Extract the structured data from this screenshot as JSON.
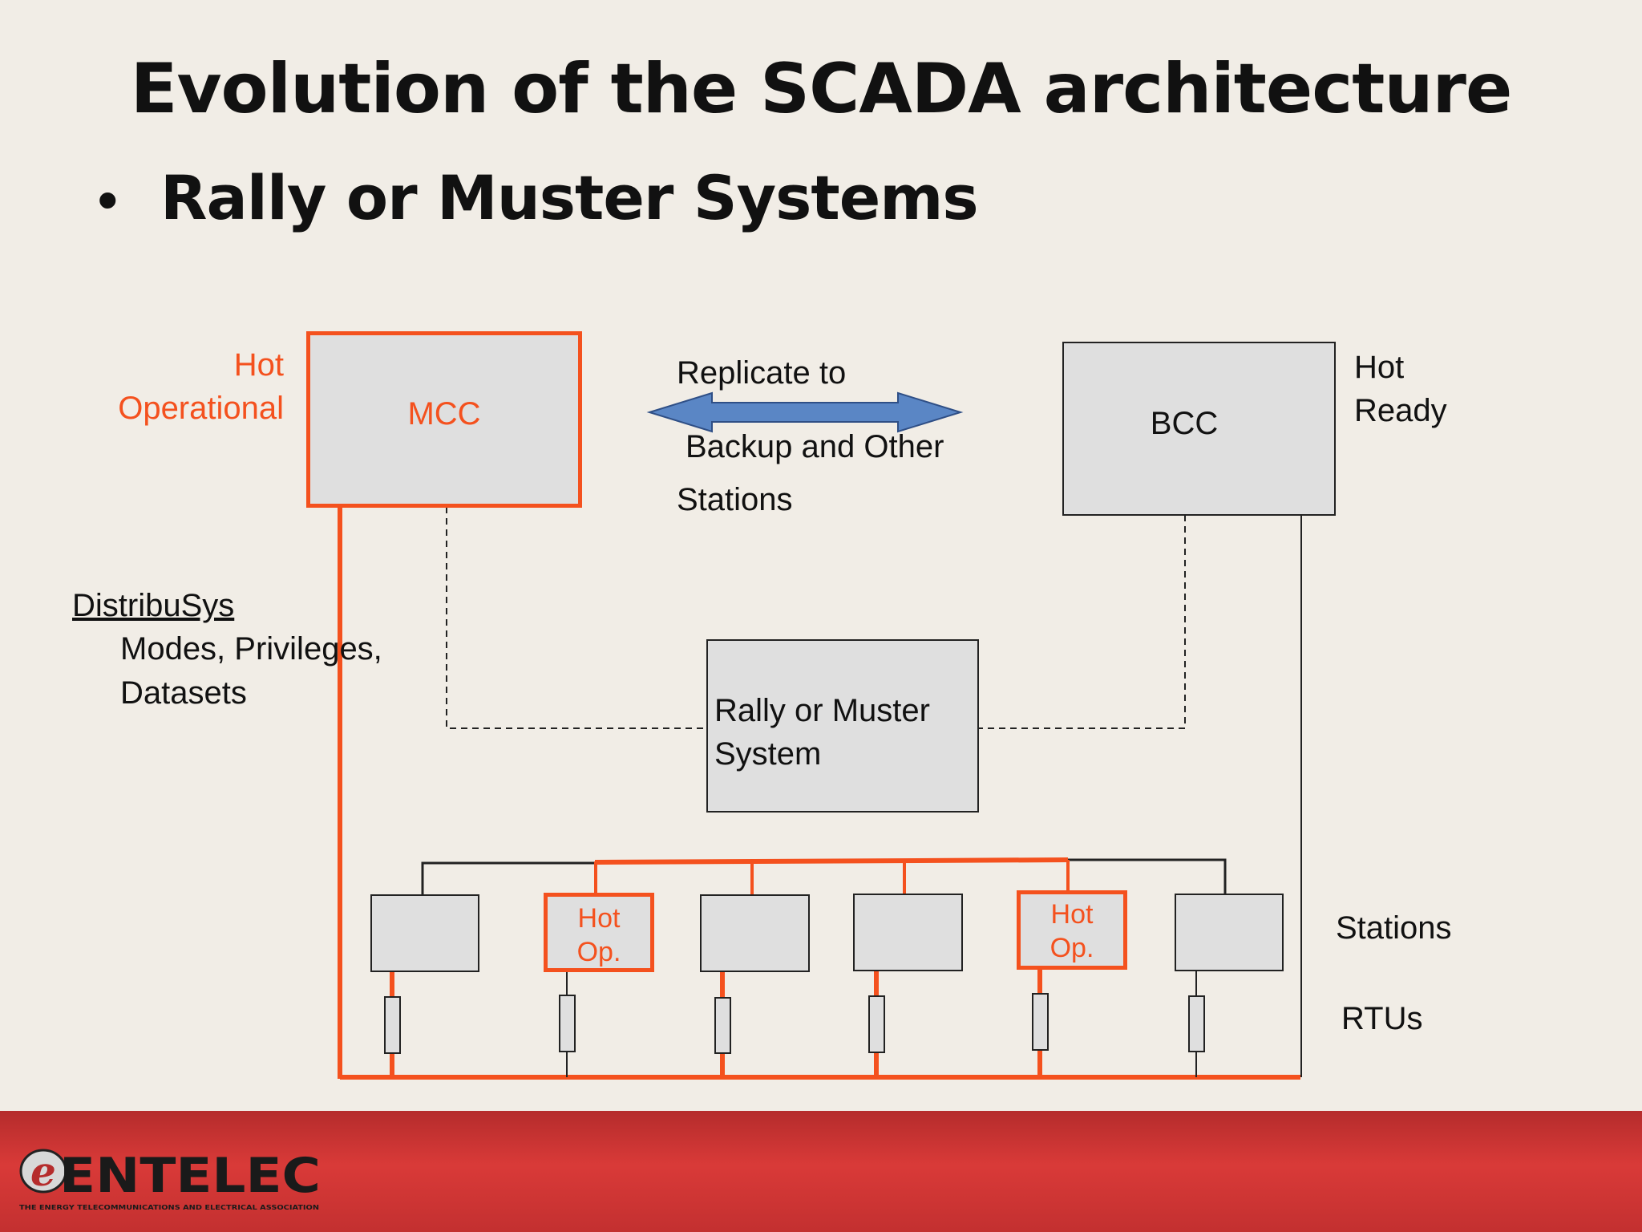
{
  "slide": {
    "title": "Evolution of the SCADA architecture",
    "bullet": "Rally or Muster Systems"
  },
  "diagram": {
    "mcc": {
      "label": "MCC",
      "status_line1": "Hot",
      "status_line2": "Operational"
    },
    "bcc": {
      "label": "BCC",
      "status_line1": "Hot",
      "status_line2": "Ready"
    },
    "replication": {
      "line1": "Replicate to",
      "line2": "Backup and Other",
      "line3": "Stations"
    },
    "rally": {
      "line1": "Rally or Muster",
      "line2": "System"
    },
    "distribusys": {
      "heading": "DistribuSys",
      "line1": "Modes, Privileges,",
      "line2": "Datasets"
    },
    "stations": [
      {
        "line1": "",
        "line2": ""
      },
      {
        "line1": "Hot",
        "line2": "Op."
      },
      {
        "line1": "",
        "line2": ""
      },
      {
        "line1": "",
        "line2": ""
      },
      {
        "line1": "Hot",
        "line2": "Op."
      },
      {
        "line1": "",
        "line2": ""
      }
    ],
    "stations_label": "Stations",
    "rtus_label": "RTUs"
  },
  "footer": {
    "logo_text": "ENTELEC",
    "logo_tagline": "THE ENERGY TELECOMMUNICATIONS AND ELECTRICAL ASSOCIATION"
  },
  "colors": {
    "accent": "#f4511e",
    "arrow": "#5a86c5",
    "footer": "#d33a37"
  }
}
